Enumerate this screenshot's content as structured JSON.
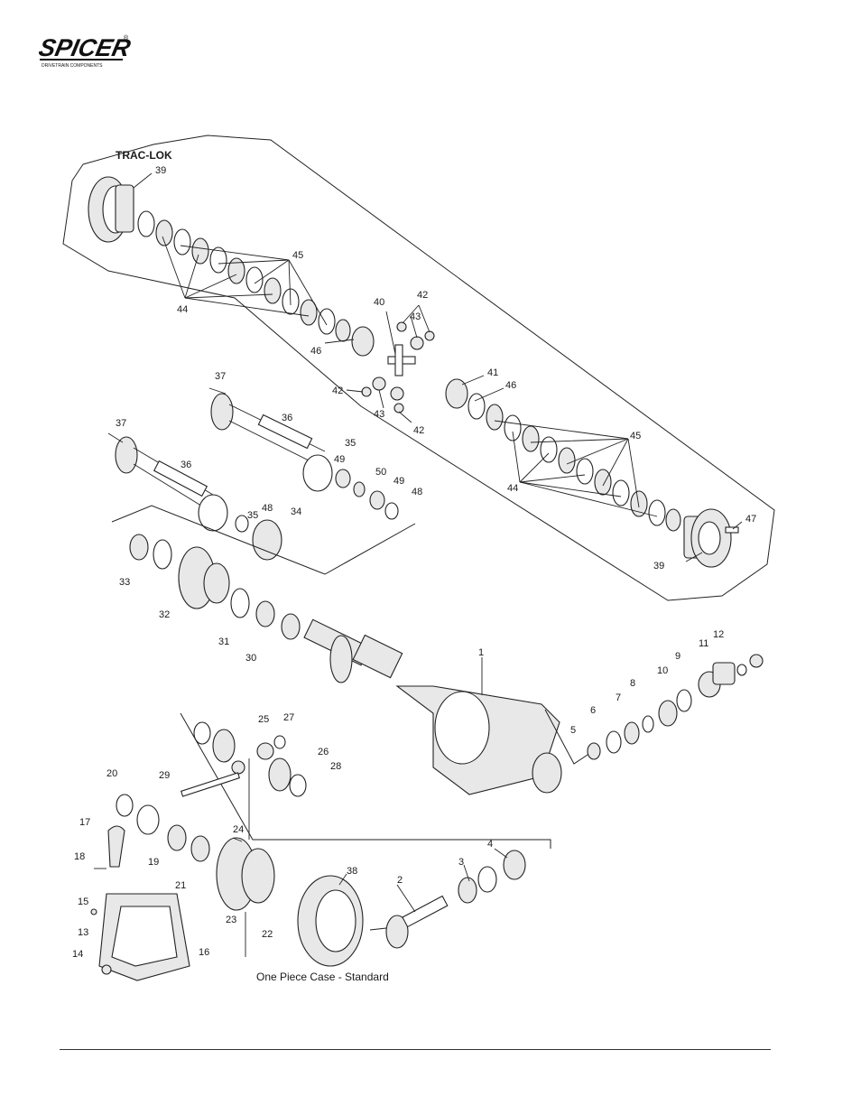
{
  "brand": {
    "name": "SPICER",
    "tagline": "DRIVETRAIN COMPONENTS",
    "reg": "®"
  },
  "diagram": {
    "trac_lok_label": "TRAC-LOK",
    "caption": "One Piece Case - Standard",
    "part_numbers": [
      "1",
      "2",
      "3",
      "4",
      "5",
      "6",
      "7",
      "8",
      "9",
      "10",
      "11",
      "12",
      "13",
      "14",
      "15",
      "16",
      "17",
      "18",
      "19",
      "20",
      "21",
      "22",
      "23",
      "24",
      "25",
      "26",
      "27",
      "28",
      "29",
      "30",
      "31",
      "32",
      "33",
      "34",
      "35",
      "36",
      "37",
      "38",
      "39",
      "40",
      "41",
      "42",
      "43",
      "44",
      "45",
      "46",
      "47",
      "48",
      "49",
      "50"
    ]
  }
}
